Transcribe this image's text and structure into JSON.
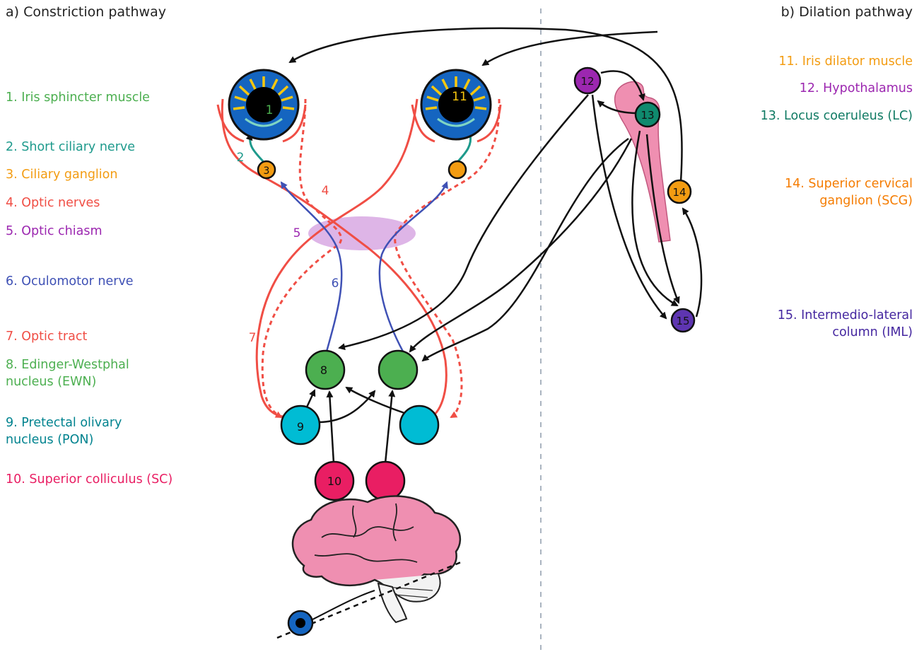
{
  "titles": {
    "left": "a) Constriction pathway",
    "right": "b) Dilation pathway"
  },
  "colors": {
    "green": "#4caf50",
    "teal": "#1e9a8c",
    "orange": "#f39c12",
    "red": "#f04e45",
    "purple": "#9c27b0",
    "blue": "#3f51b5",
    "cyan": "#00bcd4",
    "pink": "#e91e63",
    "deep_teal": "#0f8a6e",
    "indigo": "#5e35b1",
    "chiasm": "#d8a8e3",
    "iris_blue": "#1565c0",
    "brain_pink": "#ef8fb1",
    "divider": "#aab4c0"
  },
  "legend_left": [
    {
      "text": "1. Iris sphincter muscle",
      "color": "#4caf50"
    },
    {
      "text": "2. Short ciliary nerve",
      "color": "#1e9a8c"
    },
    {
      "text": "3. Ciliary ganglion",
      "color": "#f39c12"
    },
    {
      "text": "4. Optic nerves",
      "color": "#f04e45"
    },
    {
      "text": "5. Optic chiasm",
      "color": "#9c27b0"
    },
    {
      "text": "6. Oculomotor nerve",
      "color": "#3f51b5"
    },
    {
      "text": "7. Optic tract",
      "color": "#f04e45"
    },
    {
      "text": "8. Edinger-Westphal\nnucleus (EWN)",
      "color": "#4caf50"
    },
    {
      "text": "9. Pretectal olivary\nnucleus (PON)",
      "color": "#00838f"
    },
    {
      "text": "10. Superior colliculus (SC)",
      "color": "#e91e63"
    }
  ],
  "legend_right": [
    {
      "text": "11. Iris dilator muscle",
      "color": "#f39c12"
    },
    {
      "text": "12. Hypothalamus",
      "color": "#9c27b0"
    },
    {
      "text": "13. Locus coeruleus (LC)",
      "color": "#0f7a63"
    },
    {
      "text": "14. Superior cervical\nganglion (SCG)",
      "color": "#f57c00"
    },
    {
      "text": "15. Intermedio-lateral\ncolumn (IML)",
      "color": "#4527a0"
    }
  ],
  "node_numbers": {
    "n1": "1",
    "n2": "2",
    "n3": "3",
    "n4": "4",
    "n5": "5",
    "n6": "6",
    "n7": "7",
    "n8": "8",
    "n9": "9",
    "n10": "10",
    "n11": "11",
    "n12": "12",
    "n13": "13",
    "n14": "14",
    "n15": "15"
  }
}
